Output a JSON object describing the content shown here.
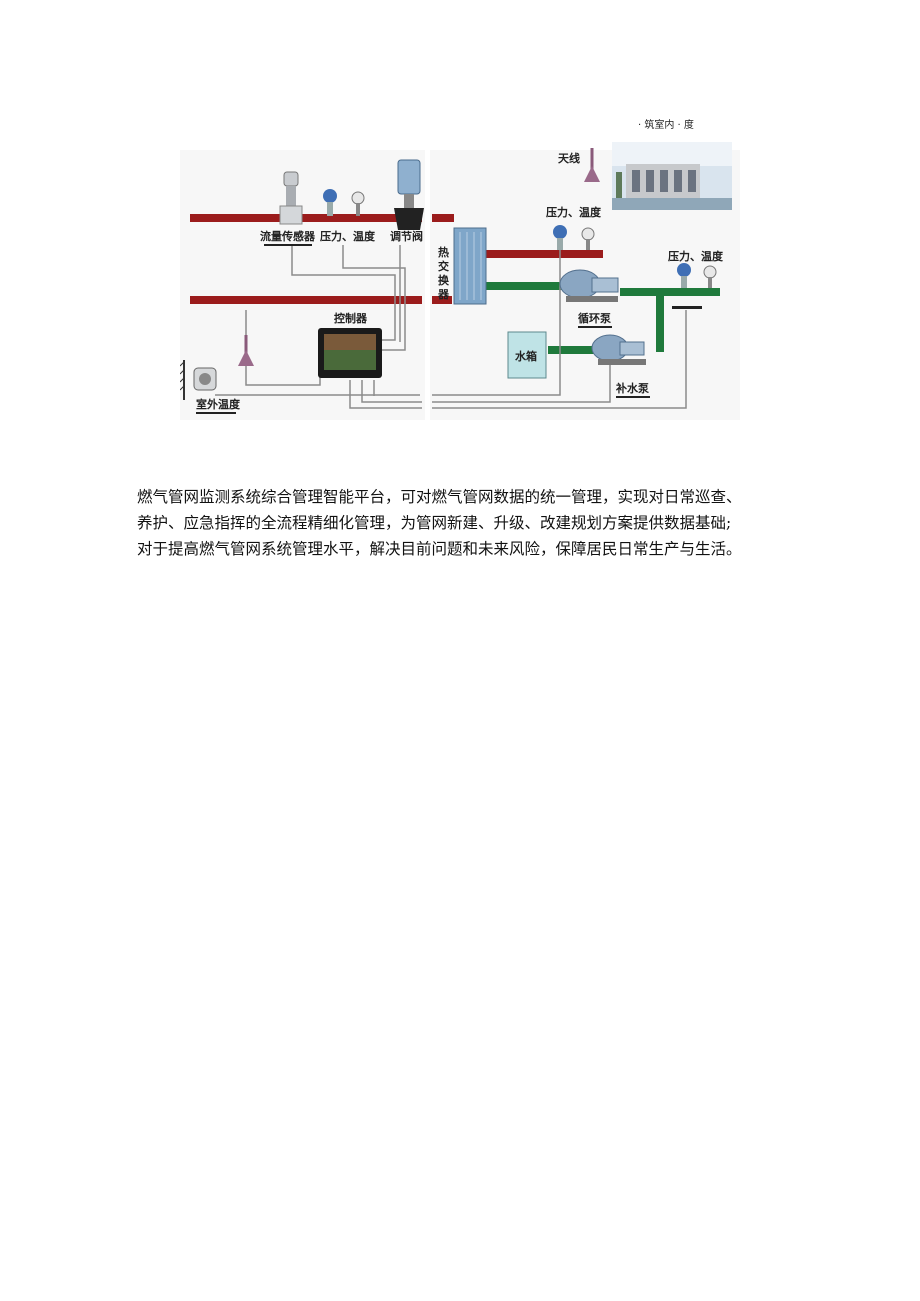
{
  "diagram": {
    "labels": {
      "building": "· 筑室内 · 度",
      "antenna": "天线",
      "flow_sensor": "流量传感器",
      "pressure_temp_left": "压力、温度",
      "regulating_valve": "调节阀",
      "heat_exchanger": [
        "热",
        "交",
        "换",
        "器"
      ],
      "pressure_temp_mid": "压力、温度",
      "pressure_temp_right": "压力、温度",
      "controller": "控制器",
      "circulation_pump": "循环泵",
      "water_tank": "水箱",
      "makeup_pump": "补水泵",
      "outdoor_temp": "室外温度"
    },
    "colors": {
      "supply_pipe": "#9b1c1c",
      "water_pipe": "#1f7a3c",
      "signal_wire": "#8c8c8c",
      "sensor_blue": "#3f6fb5",
      "tank_fill": "#bfe3e6",
      "exchanger": "#7fa6c9"
    }
  },
  "paragraph": {
    "lines": [
      "燃气管网监测系统综合管理智能平台，可对燃气管网数据的统一管理，实现对日常巡查、",
      "养护、应急指挥的全流程精细化管理，为管网新建、升级、改建规划方案提供数据基础;",
      "对于提高燃气管网系统管理水平，解决目前问题和未来风险，保障居民日常生产与生活。"
    ]
  }
}
